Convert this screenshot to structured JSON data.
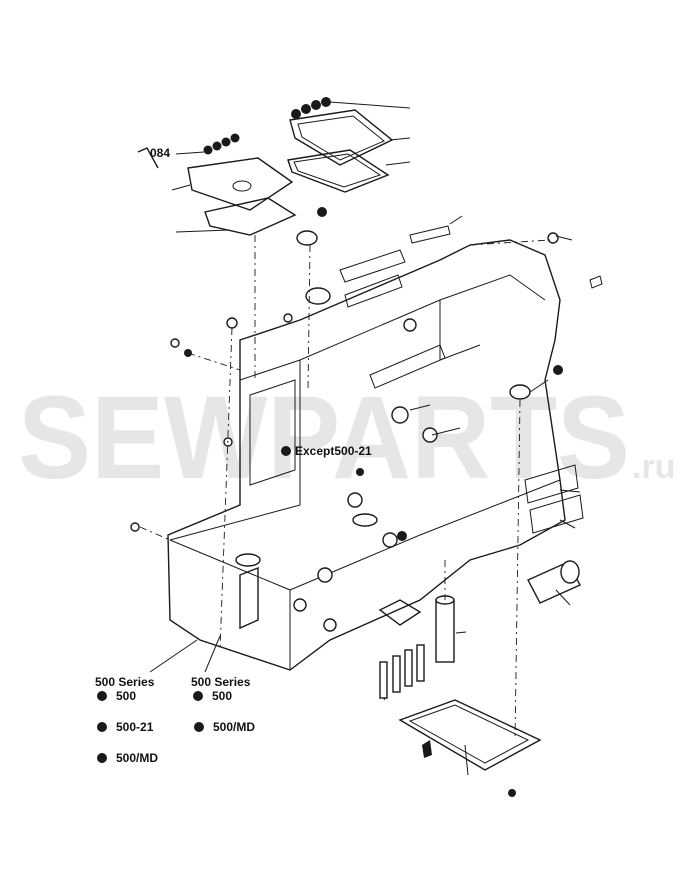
{
  "watermark": {
    "main": "SEWPARTS",
    "suffix": ".ru"
  },
  "diagram": {
    "part_label": "084",
    "note_label": "Except500-21",
    "legend_left": {
      "heading": "500 Series",
      "items": [
        "500",
        "500-21",
        "500/MD"
      ]
    },
    "legend_right": {
      "heading": "500 Series",
      "items": [
        "500",
        "500/MD"
      ]
    }
  },
  "colors": {
    "line": "#1a1a1a",
    "watermark": "#e6e6e6",
    "background": "#ffffff"
  }
}
